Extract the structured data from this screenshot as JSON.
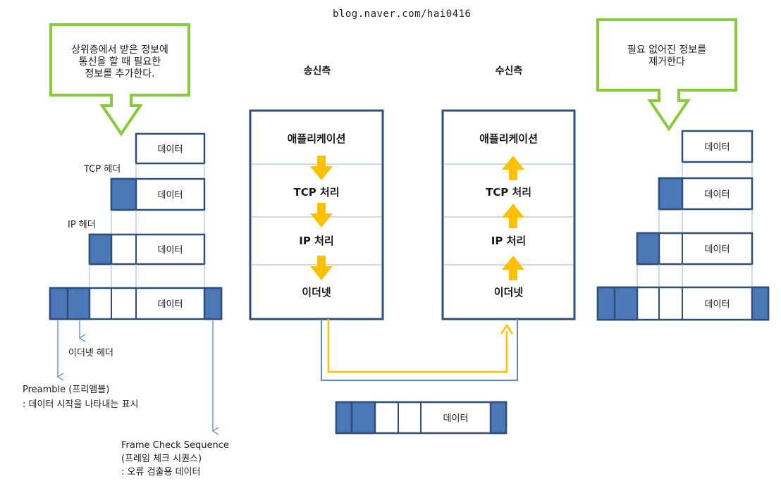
{
  "watermark": "blog.naver.com/hai0416",
  "sender": {
    "title": "송신측",
    "layers": [
      "애플리케이션",
      "TCP 처리",
      "IP 처리",
      "이더넷"
    ]
  },
  "receiver": {
    "title": "수신측",
    "layers": [
      "애플리케이션",
      "TCP 처리",
      "IP 처리",
      "이더넷"
    ]
  },
  "left_callout": [
    "상위층에서 받은 정보에",
    "통신을 할 때 필요한",
    "정보를 추가한다."
  ],
  "right_callout": [
    "필요 없어진 정보를",
    "제거한다"
  ],
  "data_label": "데이터",
  "labels": {
    "tcp_header": "TCP 헤더",
    "ip_header": "IP 헤더",
    "ethernet_header": "이더넷 헤더",
    "preamble": "Preamble (프리앰블)",
    "preamble_desc": ": 데이터 시작을 나타내는 표시",
    "fcs": "Frame Check Sequence",
    "fcs_kr": "(프레임 체크 시퀀스)",
    "fcs_desc": ": 오류 검출용 데이터"
  },
  "colors": {
    "box_border": "#2e4f7a",
    "header_fill": "#4a78b8",
    "callout_border": "#86cc3a",
    "arrow_yellow": "#ffc000",
    "link_blue": "#5b86c8",
    "grid_line": "#9ab3d3"
  }
}
